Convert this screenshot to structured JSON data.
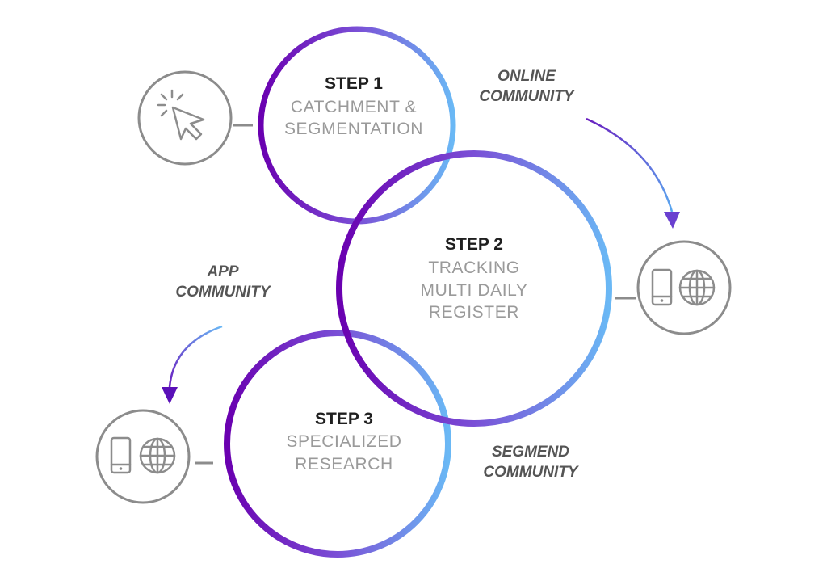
{
  "colors": {
    "ring_start": "#6a00b0",
    "ring_end": "#6ab8f5",
    "icon_gray": "#8c8c8c",
    "title_text": "#1f1f1f",
    "desc_text": "#9a9a9a",
    "community_text": "#555555"
  },
  "steps": [
    {
      "title": "STEP 1",
      "lines": [
        "CATCHMENT &",
        "SEGMENTATION"
      ]
    },
    {
      "title": "STEP 2",
      "lines": [
        "TRACKING",
        "MULTI DAILY",
        "REGISTER"
      ]
    },
    {
      "title": "STEP 3",
      "lines": [
        "SPECIALIZED",
        "RESEARCH"
      ]
    }
  ],
  "communities": {
    "online": [
      "ONLINE",
      "COMMUNITY"
    ],
    "app": [
      "APP",
      "COMMUNITY"
    ],
    "segmend": [
      "SEGMEND",
      "COMMUNITY"
    ]
  },
  "icons": {
    "step1": "cursor-click-icon",
    "step2": [
      "phone-icon",
      "globe-icon"
    ],
    "step3": [
      "phone-icon",
      "globe-icon"
    ]
  }
}
